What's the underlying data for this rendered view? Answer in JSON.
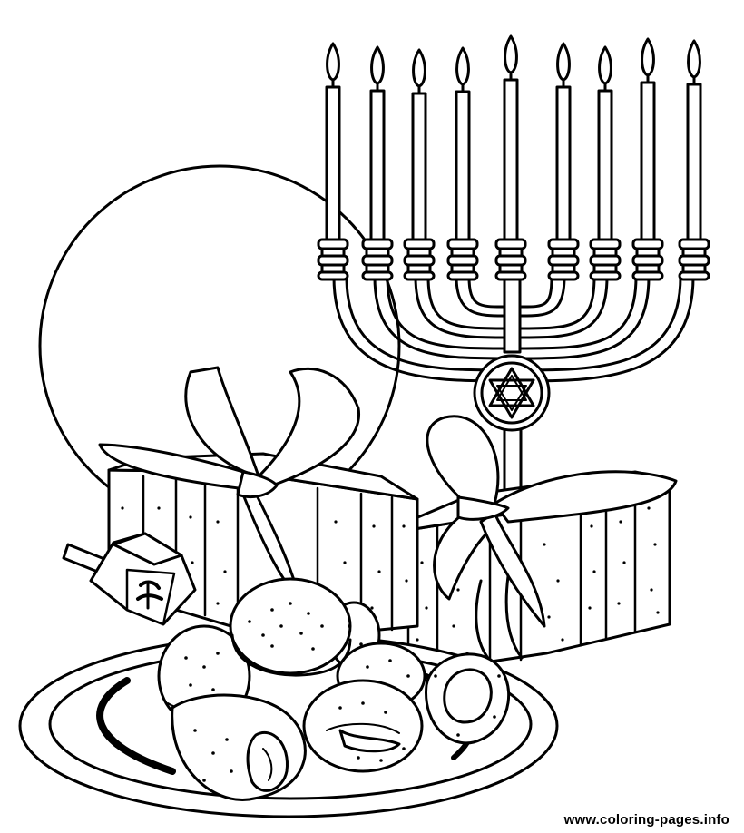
{
  "image": {
    "kind": "coloring-page line art",
    "subjects": [
      "menorah",
      "star-of-david",
      "gift-box",
      "dreidel",
      "sufganiyot",
      "plate",
      "moon"
    ],
    "line_color": "#000000",
    "fill_color": "#ffffff"
  },
  "watermark": {
    "text": "www.coloring-pages.info"
  }
}
